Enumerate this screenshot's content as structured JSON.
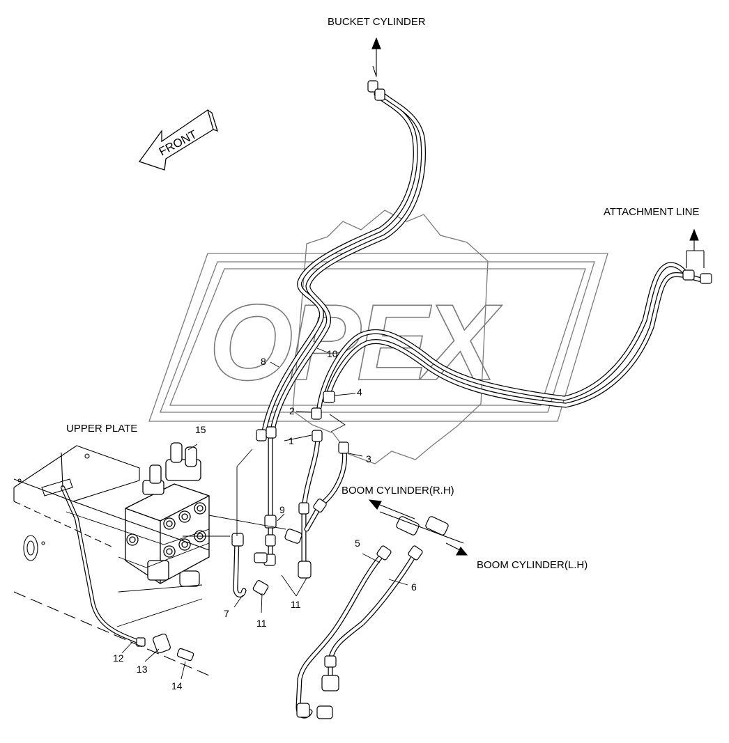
{
  "labels": {
    "bucket_cylinder": "BUCKET CYLINDER",
    "attachment_line": "ATTACHMENT LINE",
    "upper_plate": "UPPER PLATE",
    "boom_cylinder_rh": "BOOM CYLINDER(R.H)",
    "boom_cylinder_lh": "BOOM CYLINDER(L.H)",
    "front": "FRONT"
  },
  "watermark": {
    "text": "OPEX"
  },
  "parts": [
    "1",
    "2",
    "3",
    "4",
    "5",
    "6",
    "7",
    "8",
    "9",
    "10",
    "11",
    "11",
    "11",
    "12",
    "13",
    "14",
    "15"
  ],
  "colors": {
    "line": "#000000",
    "watermark": "#7a7a7a",
    "background": "#ffffff"
  }
}
